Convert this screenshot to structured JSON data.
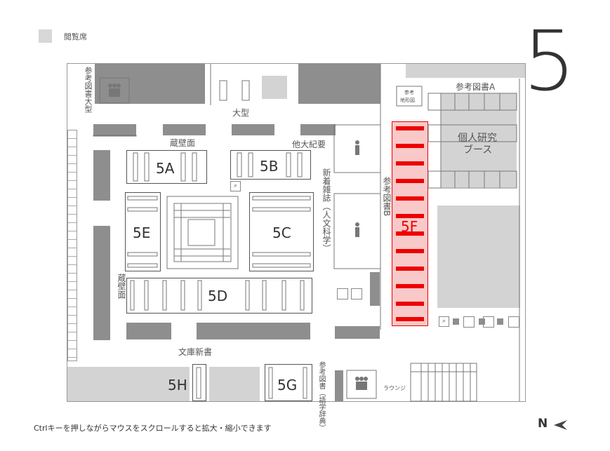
{
  "legend": {
    "label": "閲覧席",
    "color": "#d7d7d7"
  },
  "floor": {
    "number": "5"
  },
  "hint": "Ctrlキーを押しながらマウスをスクロールすると拡大・縮小できます",
  "north": {
    "label": "N",
    "icon": "north-arrow-icon"
  },
  "areas": {
    "a5A": "5A",
    "a5B": "5B",
    "a5C": "5C",
    "a5D": "5D",
    "a5E": "5E",
    "a5F": "5F",
    "a5G": "5G",
    "a5H": "5H"
  },
  "labels": {
    "sankou_oogata": "参考図書大型",
    "oogata": "大型",
    "zouhekimen_top": "蔵壁面",
    "hoka_kiyou": "他大紀要",
    "shinchaku": "新着雑誌（人文科学）",
    "sankou_b": "参考図書B",
    "sankou_a": "参考図書A",
    "kojin_1": "個人研究",
    "kojin_2": "ブース",
    "sankou_chikei_1": "参考",
    "sankou_chikei_2": "地形図",
    "zouhekimen_left": "蔵壁面",
    "bunko": "文庫新書",
    "sankou_gogaku": "参考図書（語学辞典）",
    "lounge": "ラウンジ"
  },
  "colors": {
    "highlight": "#e00000",
    "highlight_fill": "#f9c9c9",
    "shelf_dark": "#8e8e8e",
    "seat": "#d3d3d3"
  }
}
